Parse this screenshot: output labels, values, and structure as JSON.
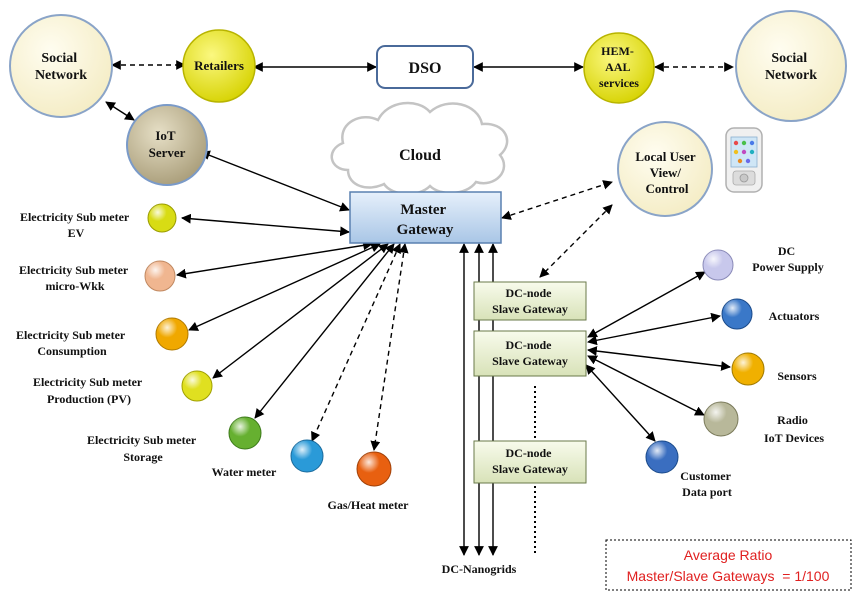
{
  "top": {
    "social_network_left": "Social Network",
    "retailers": "Retailers",
    "dso": "DSO",
    "hem_aal": "HEM-AAL services",
    "social_network_right": "Social Network"
  },
  "iot_server": "IoT Server",
  "cloud": "Cloud",
  "master_gateway": "Master Gateway",
  "local_user": "Local User View/ Control",
  "meters": [
    {
      "label": "Electricity Sub meter EV",
      "color": "#d8dc14"
    },
    {
      "label": "Electricity Sub meter micro-Wkk",
      "color": "#f0b690"
    },
    {
      "label": "Electricity Sub meter Consumption",
      "color": "#f0a800"
    },
    {
      "label": "Electricity Sub meter Production (PV)",
      "color": "#e0e020"
    },
    {
      "label": "Electricity Sub meter Storage",
      "color": "#66b030"
    },
    {
      "label": "Water meter",
      "color": "#2a9ad8"
    },
    {
      "label": "Gas/Heat meter",
      "color": "#e86010"
    }
  ],
  "slave_gateways": [
    "DC-node Slave Gateway",
    "DC-node Slave Gateway",
    "DC-node Slave Gateway"
  ],
  "dc_devices": [
    {
      "label": "DC Power Supply",
      "color": "#c8c8ec"
    },
    {
      "label": "Actuators",
      "color": "#3a78c8"
    },
    {
      "label": "Sensors",
      "color": "#f0b000"
    },
    {
      "label": "Radio IoT Devices",
      "color": "#b8b89a"
    },
    {
      "label": "Customer Data port",
      "color": "#3a6ec0"
    }
  ],
  "dc_nanogrids": "DC-Nanogrids",
  "ratio": {
    "line1": "Average Ratio",
    "line2": "Master/Slave Gateways  = 1/100"
  },
  "colors": {
    "social": "#fbf6d8",
    "yellow_node": "#f2ee10",
    "iot_server": "#c7bea0",
    "gateway_fill": "#c9dcf0",
    "slave_fill": "#eef3dc",
    "ratio_text": "#e02020"
  },
  "icons": [
    "smartphone-icon"
  ]
}
